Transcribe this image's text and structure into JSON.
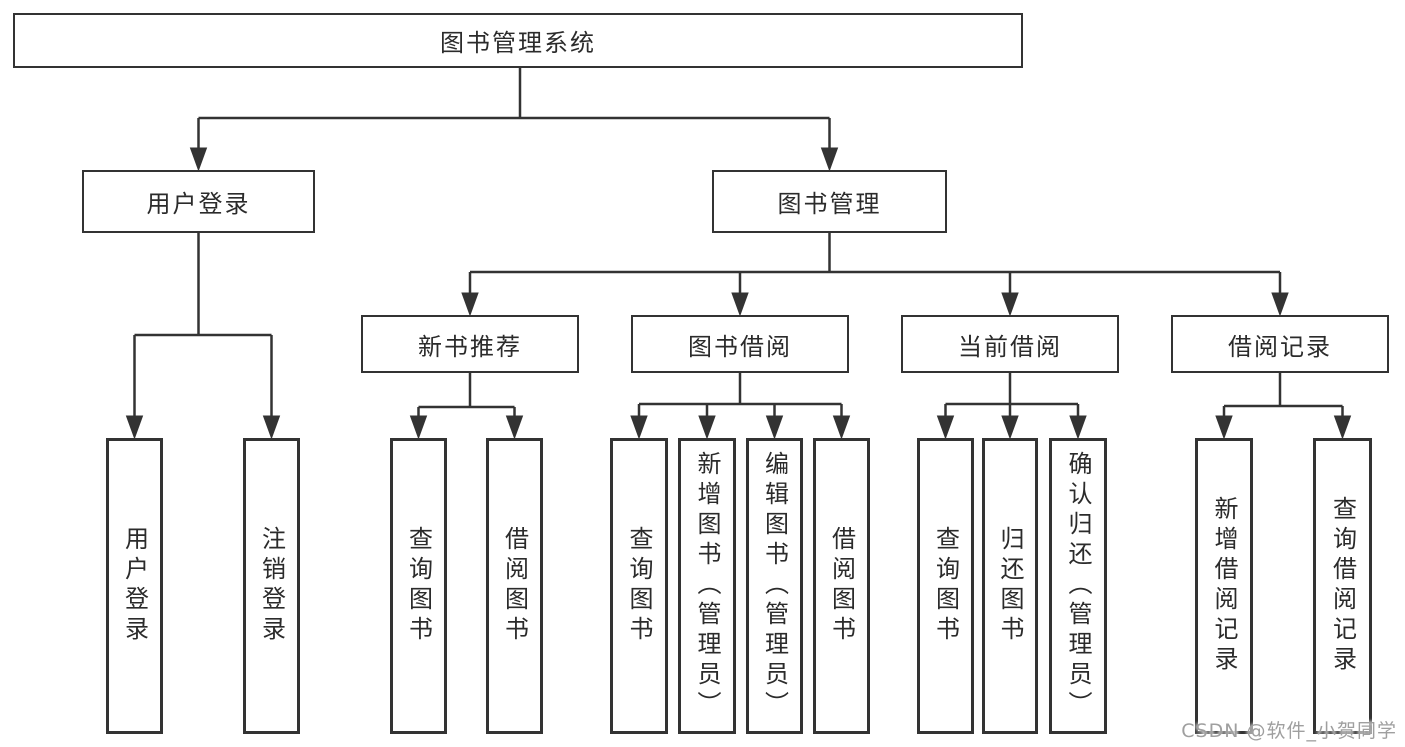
{
  "diagram": {
    "root": {
      "label": "图书管理系统"
    },
    "level1": {
      "user_login": {
        "label": "用户登录"
      },
      "book_mgmt": {
        "label": "图书管理"
      }
    },
    "level2": {
      "new_book_rec": {
        "label": "新书推荐"
      },
      "book_borrow": {
        "label": "图书借阅"
      },
      "current_borrow": {
        "label": "当前借阅"
      },
      "borrow_records": {
        "label": "借阅记录"
      }
    },
    "leaves": {
      "user_login_leaf": {
        "label": "用户登录"
      },
      "logout": {
        "label": "注销登录"
      },
      "rec_query_books": {
        "label": "查询图书"
      },
      "rec_borrow_books": {
        "label": "借阅图书"
      },
      "borrow_query_books": {
        "label": "查询图书"
      },
      "borrow_add_books": {
        "label": "新增图书（管理员）"
      },
      "borrow_edit_books": {
        "label": "编辑图书（管理员）"
      },
      "borrow_borrow_books": {
        "label": "借阅图书"
      },
      "current_query_books": {
        "label": "查询图书"
      },
      "current_return_books": {
        "label": "归还图书"
      },
      "current_confirm_return": {
        "label": "确认归还（管理员）"
      },
      "records_add_record": {
        "label": "新增借阅记录"
      },
      "records_query_record": {
        "label": "查询借阅记录"
      }
    },
    "watermark": "CSDN @软件_小贺同学",
    "colors": {
      "line": "#333333",
      "text": "#2b2b2b",
      "watermark": "#9f9f9f",
      "background": "#ffffff"
    }
  }
}
